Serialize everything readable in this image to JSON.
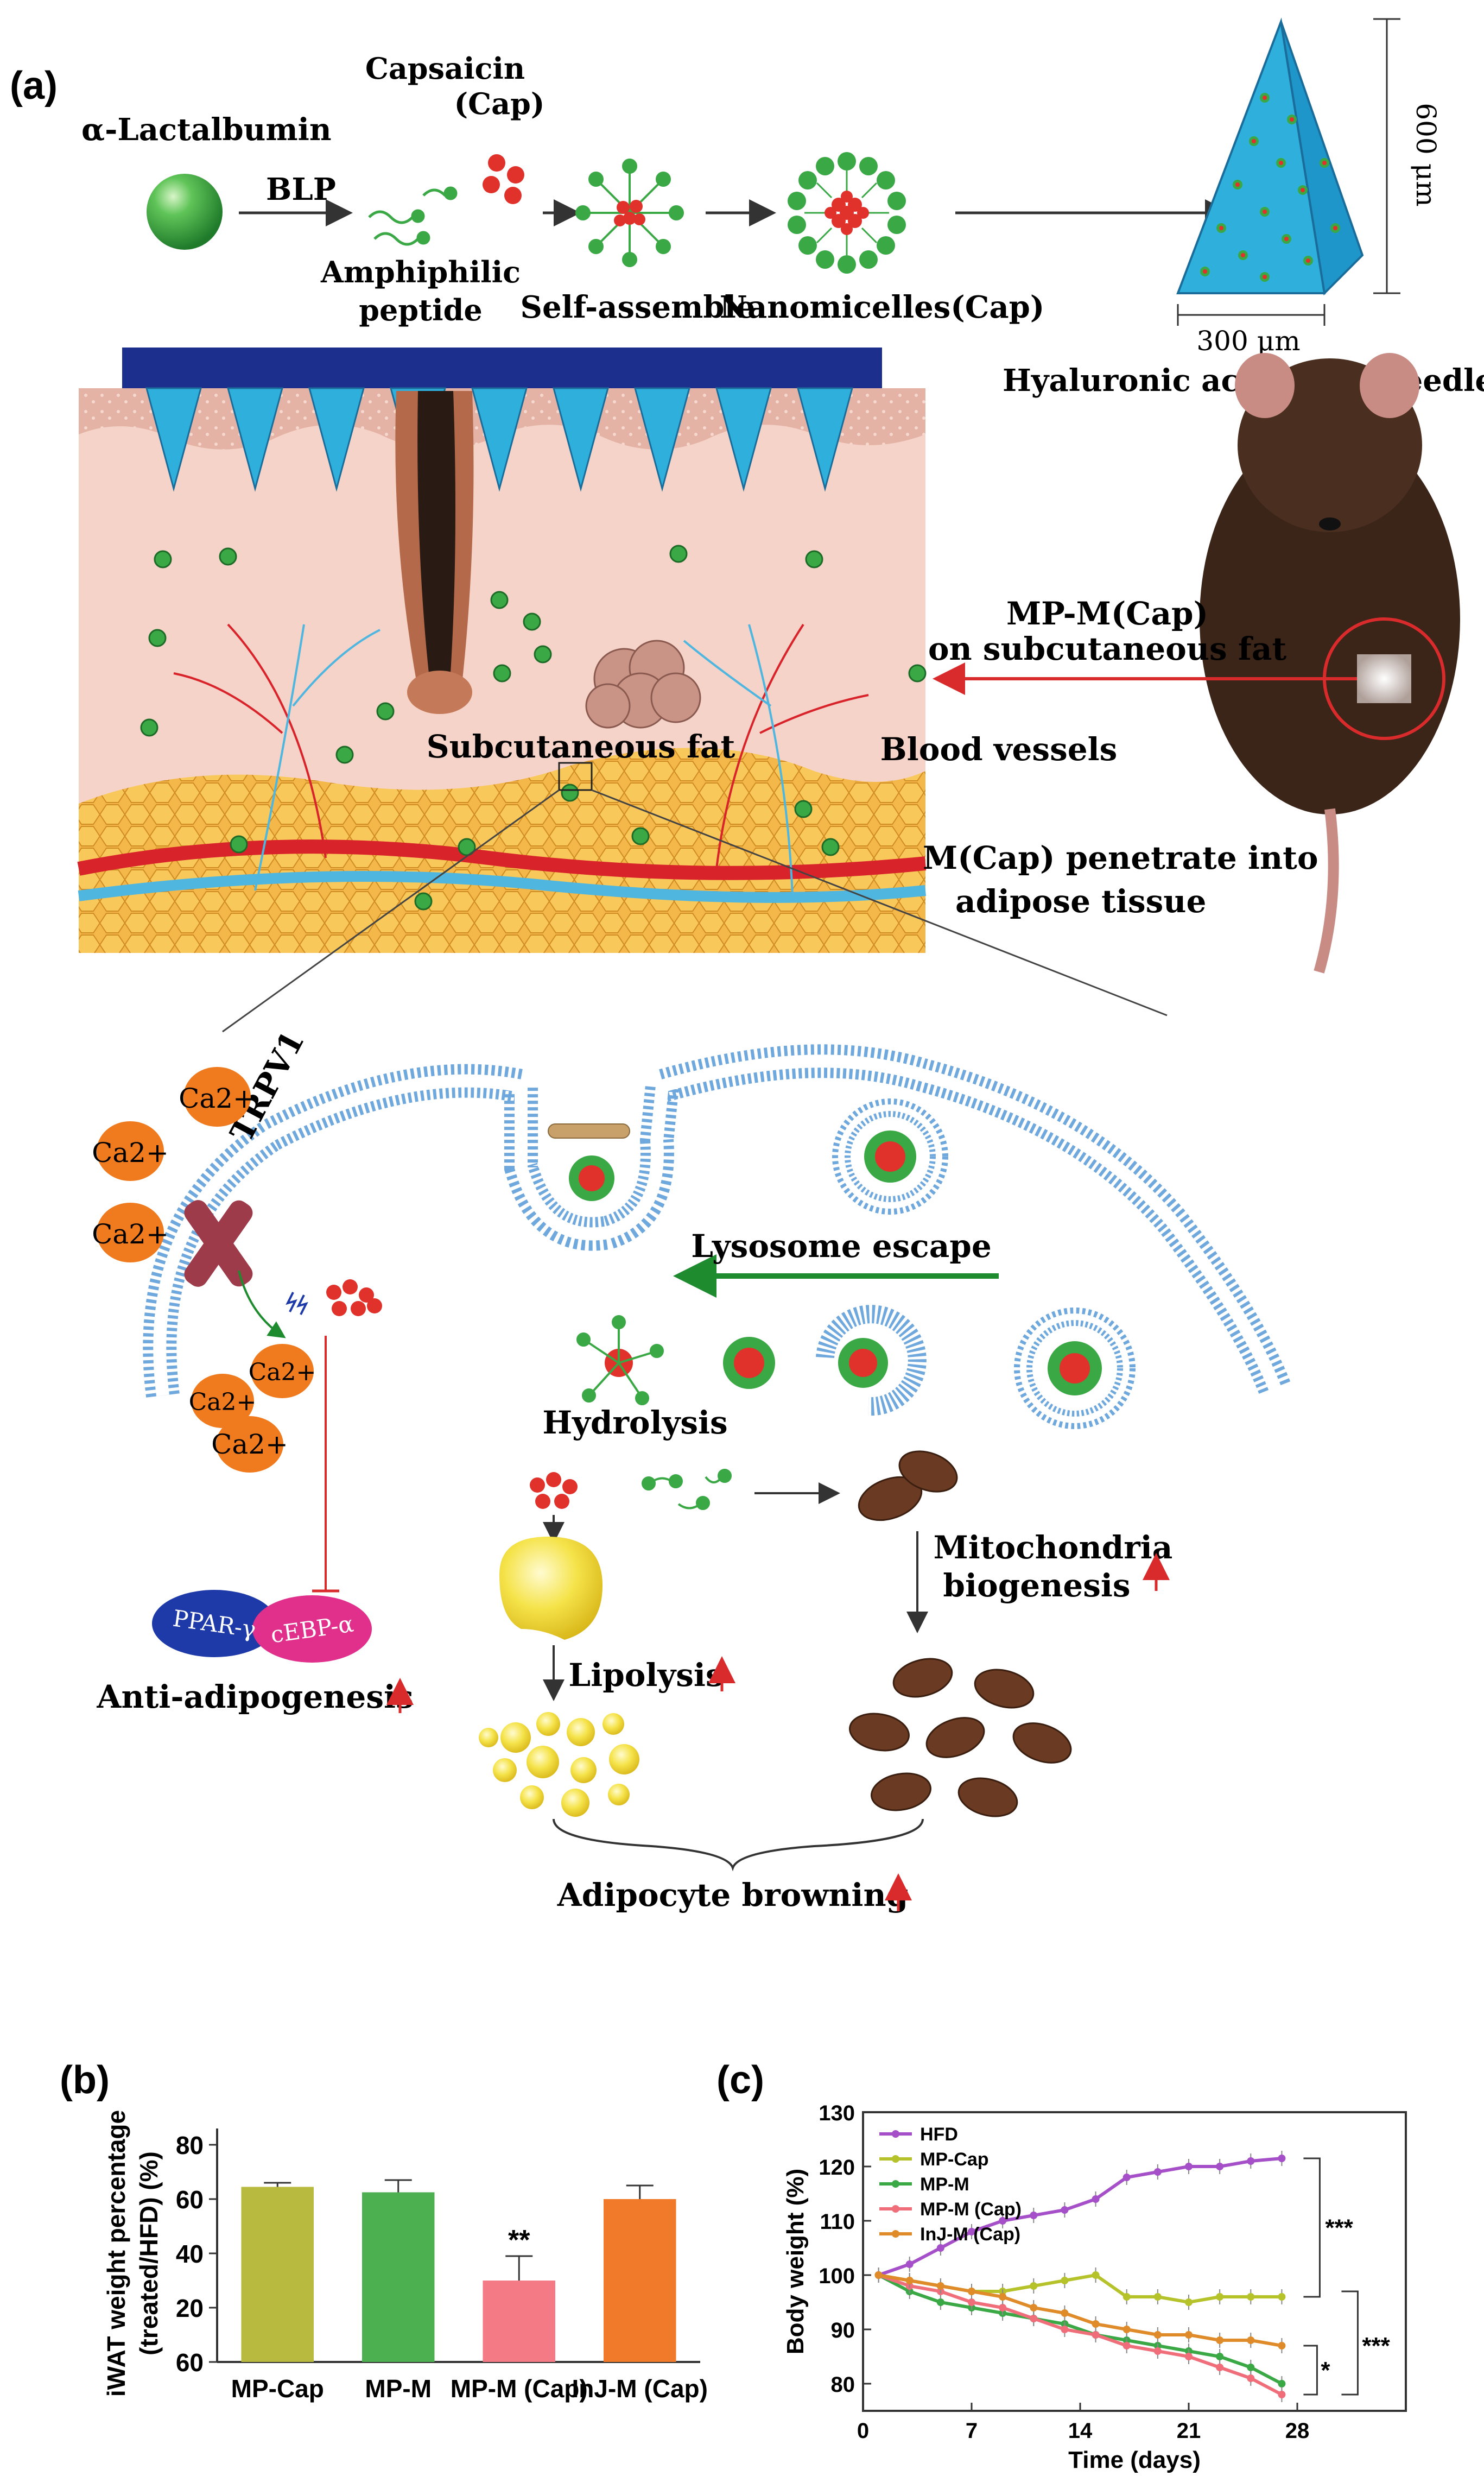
{
  "panel_labels": {
    "a": "(a)",
    "b": "(b)",
    "c": "(c)"
  },
  "synthesis": {
    "lactalbumin": "α-Lactalbumin",
    "blp": "BLP",
    "capsaicin_line1": "Capsaicin",
    "capsaicin_line2": "(Cap)",
    "amphiphilic_line1": "Amphiphilic",
    "amphiphilic_line2": "peptide",
    "self_assemble": "Self-assemble",
    "nanomicelles": "Nanomicelles(Cap)",
    "height_label": "600 μm",
    "width_label": "300 μm",
    "microneedle": "Hyaluronic acid microneedle"
  },
  "skin": {
    "subcutaneous_fat": "Subcutaneous fat",
    "blood_vessels": "Blood vessels",
    "mp_line1": "MP-M(Cap)",
    "mp_line2": "on subcutaneous fat",
    "penetrate_line1": "M(Cap) penetrate into",
    "penetrate_line2": "adipose tissue"
  },
  "cell": {
    "trpv1": "TRPV1",
    "ca_top": [
      "Ca2+",
      "Ca2+",
      "Ca2+"
    ],
    "ca_bottom": [
      "Ca2+",
      "Ca2+",
      "Ca2+"
    ],
    "lysosome_escape": "Lysosome escape",
    "hydrolysis": "Hydrolysis",
    "ppar": "PPAR-γ",
    "cebp": "cEBP-α",
    "anti_adipogenesis": "Anti-adipogenesis",
    "lipolysis": "Lipolysis",
    "mito_line1": "Mitochondria",
    "mito_line2": "biogenesis",
    "browning": "Adipocyte browning"
  },
  "colors": {
    "green": "#3aa845",
    "red": "#e0312b",
    "patch": "#1d2f8c",
    "needle": "#2fb0dc",
    "fat": "#f0b43c",
    "membrane": "#6fa8dc",
    "orange": "#f07a1e",
    "mouse": "#3b2418"
  },
  "chart_data": [
    {
      "type": "bar",
      "ylabel": "iWAT weight percentage (treated/HFD) (%)",
      "ylabel_line1": "iWAT weight percentage",
      "ylabel_line2": "(treated/HFD) (%)",
      "categories": [
        "MP-Cap",
        "MP-M",
        "MP-M (Cap)",
        "InJ-M (Cap)"
      ],
      "values": [
        64.5,
        62.5,
        30,
        60
      ],
      "errors": [
        1.5,
        4.5,
        9,
        5
      ],
      "colors": [
        "#b7ba3f",
        "#4caf50",
        "#f47a86",
        "#f07a2a"
      ],
      "yticks": [
        "80",
        "60",
        "40",
        "20",
        "60"
      ],
      "ylim": [
        0,
        80
      ],
      "annotation": "**"
    },
    {
      "type": "line",
      "xlabel": "Time (days)",
      "ylabel": "Body weight (%)",
      "xticks": [
        "0",
        "7",
        "14",
        "21",
        "28"
      ],
      "yticks": [
        "80",
        "90",
        "100",
        "110",
        "120",
        "130"
      ],
      "xlim": [
        0,
        35
      ],
      "ylim": [
        75,
        130
      ],
      "x": [
        1,
        3,
        5,
        7,
        9,
        11,
        13,
        15,
        17,
        19,
        21,
        23,
        25,
        27
      ],
      "series": [
        {
          "name": "HFD",
          "color": "#a54fc8",
          "values": [
            100,
            102,
            105,
            108,
            110,
            111,
            112,
            114,
            118,
            119,
            120,
            120,
            121,
            121.5
          ]
        },
        {
          "name": "MP-Cap",
          "color": "#b5c22a",
          "values": [
            100,
            99,
            98,
            97,
            97,
            98,
            99,
            100,
            96,
            96,
            95,
            96,
            96,
            96
          ]
        },
        {
          "name": "MP-M",
          "color": "#3aa845",
          "values": [
            100,
            97,
            95,
            94,
            93,
            92,
            91,
            89,
            88,
            87,
            86,
            85,
            83,
            80
          ]
        },
        {
          "name": "MP-M (Cap)",
          "color": "#f06d7a",
          "values": [
            100,
            98,
            97,
            95,
            94,
            92,
            90,
            89,
            87,
            86,
            85,
            83,
            81,
            78
          ]
        },
        {
          "name": "InJ-M (Cap)",
          "color": "#e08b2a",
          "values": [
            100,
            99,
            98,
            97,
            96,
            94,
            93,
            91,
            90,
            89,
            89,
            88,
            88,
            87
          ]
        }
      ],
      "sig_labels": [
        "***",
        "*",
        "***"
      ]
    }
  ]
}
